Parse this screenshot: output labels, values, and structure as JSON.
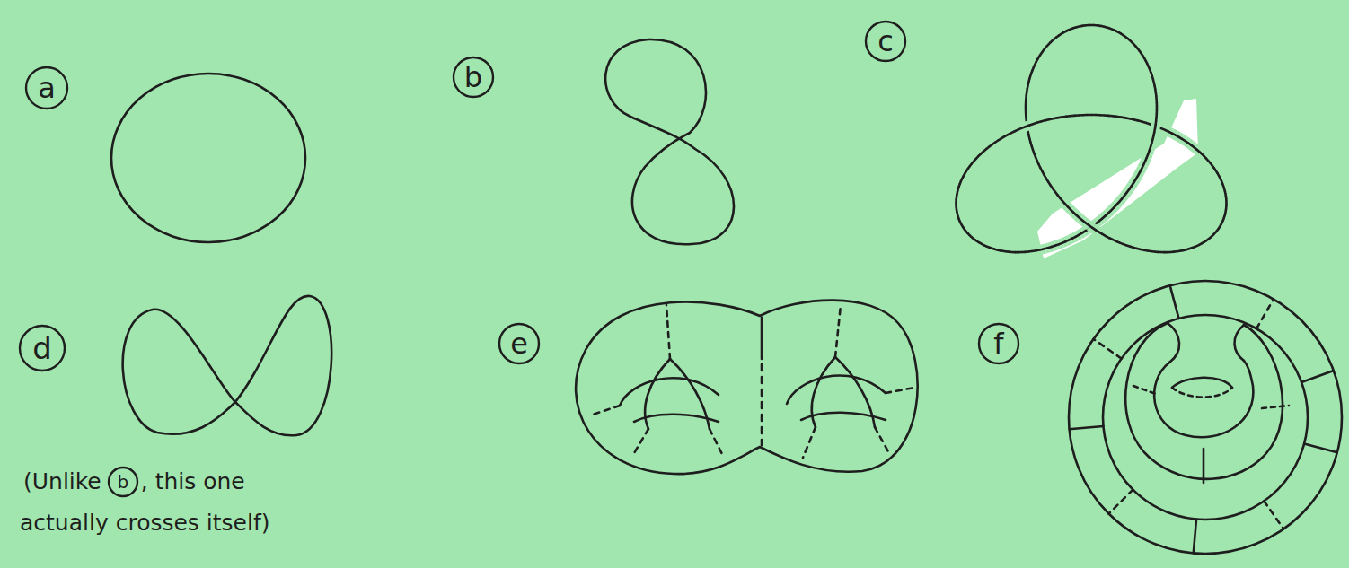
{
  "diagram": {
    "nodes": [
      {
        "text": [
          "a"
        ]
      },
      {
        "text": [
          "b"
        ]
      },
      {
        "text": [
          "c"
        ]
      },
      {
        "text": [
          "d"
        ]
      },
      {
        "text": [
          "e"
        ]
      },
      {
        "text": [
          "f"
        ]
      },
      {
        "text": [
          "b"
        ]
      }
    ],
    "labels": [
      "(Unlike",
      ", this one",
      "actually crosses itself)"
    ]
  }
}
